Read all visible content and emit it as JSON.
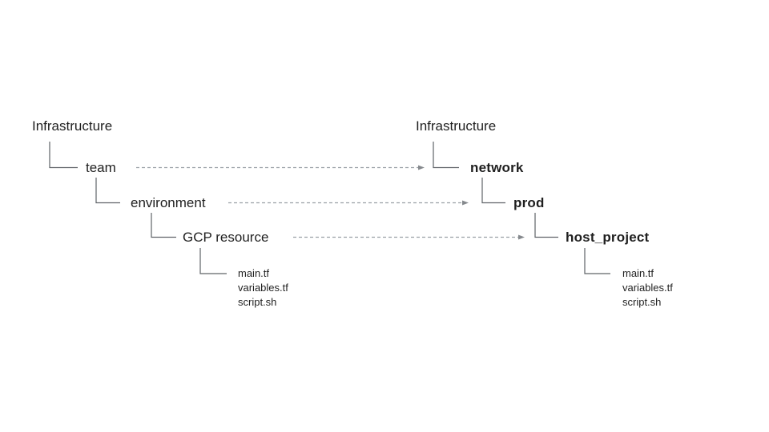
{
  "left_tree": {
    "root": "Infrastructure",
    "levels": [
      "team",
      "environment",
      "GCP resource"
    ],
    "files": [
      "main.tf",
      "variables.tf",
      "script.sh"
    ]
  },
  "right_tree": {
    "root": "Infrastructure",
    "levels": [
      "network",
      "prod",
      "host_project"
    ],
    "files": [
      "main.tf",
      "variables.tf",
      "script.sh"
    ]
  },
  "mappings": [
    {
      "from": "team",
      "to": "network"
    },
    {
      "from": "environment",
      "to": "prod"
    },
    {
      "from": "GCP resource",
      "to": "host_project"
    }
  ],
  "colors": {
    "background": "#ffffff",
    "text": "#1f1f1f",
    "tree_line": "#5f6368",
    "arrow_dash": "#9aa0a6",
    "arrow_head": "#85898d"
  }
}
